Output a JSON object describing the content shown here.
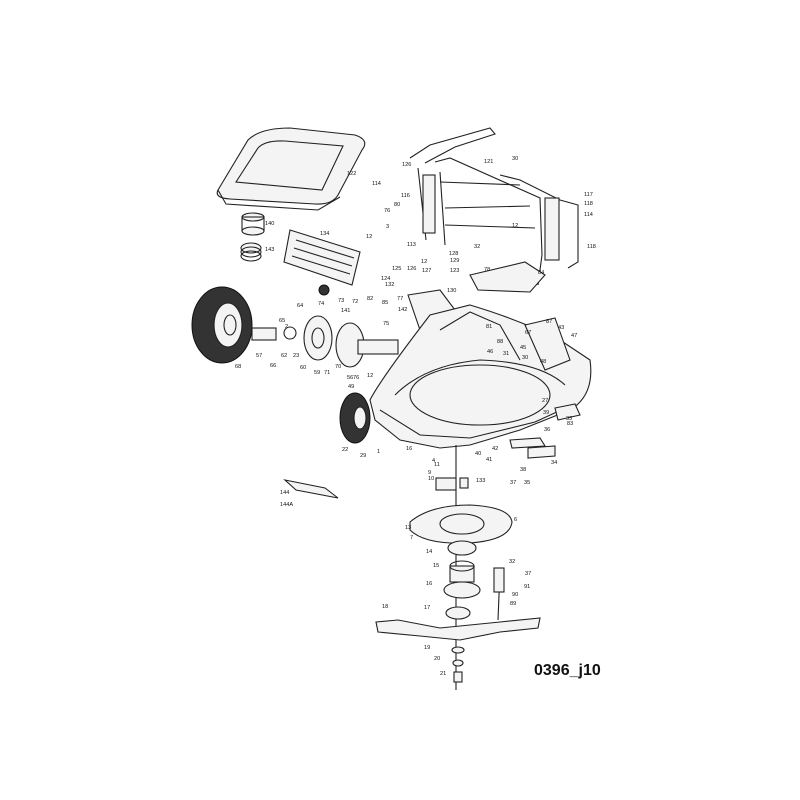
{
  "diagram": {
    "code": "0396_j10",
    "callouts": [
      "122",
      "140",
      "143",
      "134",
      "126",
      "30",
      "121",
      "114",
      "116",
      "80",
      "76",
      "118",
      "3",
      "12",
      "113",
      "32",
      "117",
      "114",
      "12",
      "118",
      "128",
      "125",
      "132",
      "129",
      "126",
      "127",
      "123",
      "124",
      "12",
      "78",
      "84",
      "130",
      "73",
      "82",
      "77",
      "74",
      "141",
      "72",
      "85",
      "75",
      "142",
      "81",
      "64",
      "65",
      "2",
      "62",
      "23",
      "60",
      "59",
      "71",
      "70",
      "56",
      "76",
      "49",
      "12",
      "57",
      "66",
      "68",
      "30",
      "67",
      "88",
      "87",
      "43",
      "47",
      "46",
      "31",
      "45",
      "48",
      "27",
      "39",
      "36",
      "33",
      "83",
      "34",
      "35",
      "38",
      "37",
      "22",
      "29",
      "1",
      "16",
      "4",
      "40",
      "41",
      "42",
      "11",
      "9",
      "10",
      "133",
      "144",
      "144A",
      "13",
      "6",
      "7",
      "14",
      "15",
      "32",
      "37",
      "91",
      "16",
      "90",
      "17",
      "89",
      "18",
      "19",
      "20",
      "21"
    ]
  }
}
